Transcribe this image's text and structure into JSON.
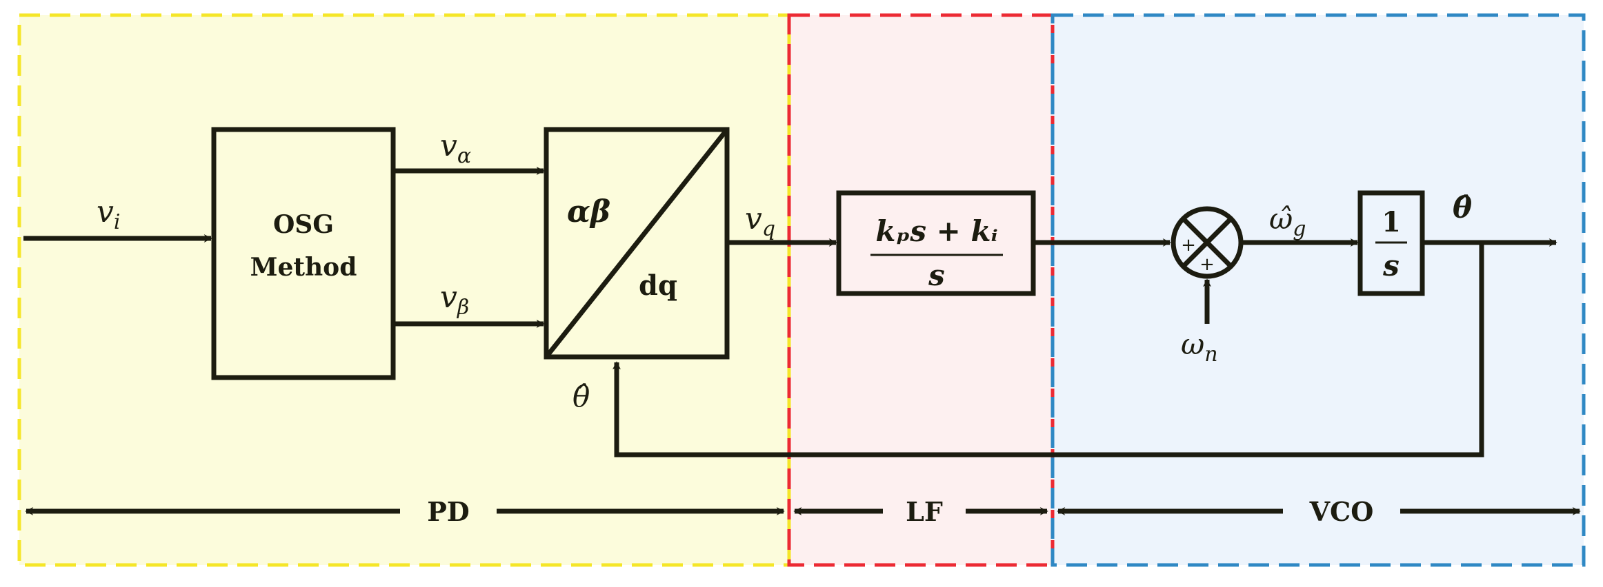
{
  "colors": {
    "pd_fill": "#fcfcdc",
    "pd_border": "#f5e628",
    "lf_fill": "#fdf0f0",
    "lf_border": "#ec2a33",
    "vco_fill": "#edf4fc",
    "vco_border": "#2f88c4",
    "ink": "#1c1c10"
  },
  "signals": {
    "input": "v",
    "input_sub": "i",
    "alpha": "v",
    "alpha_sub": "α",
    "beta": "v",
    "beta_sub": "β",
    "q": "v",
    "q_sub": "q",
    "omega_g": "ω̂",
    "omega_g_sub": "g",
    "omega_n": "ω",
    "omega_n_sub": "n",
    "theta_out": "θ̂",
    "theta_fb": "θ̂"
  },
  "blocks": {
    "osg_line1": "OSG",
    "osg_line2": "Method",
    "park_top": "αβ",
    "park_bottom": "dq",
    "pi_num": "kₚs + kᵢ",
    "pi_den": "s",
    "integrator_num": "1",
    "integrator_den": "s",
    "sum_plus_left": "+",
    "sum_plus_bottom": "+"
  },
  "sections": {
    "pd": "PD",
    "lf": "LF",
    "vco": "VCO"
  }
}
